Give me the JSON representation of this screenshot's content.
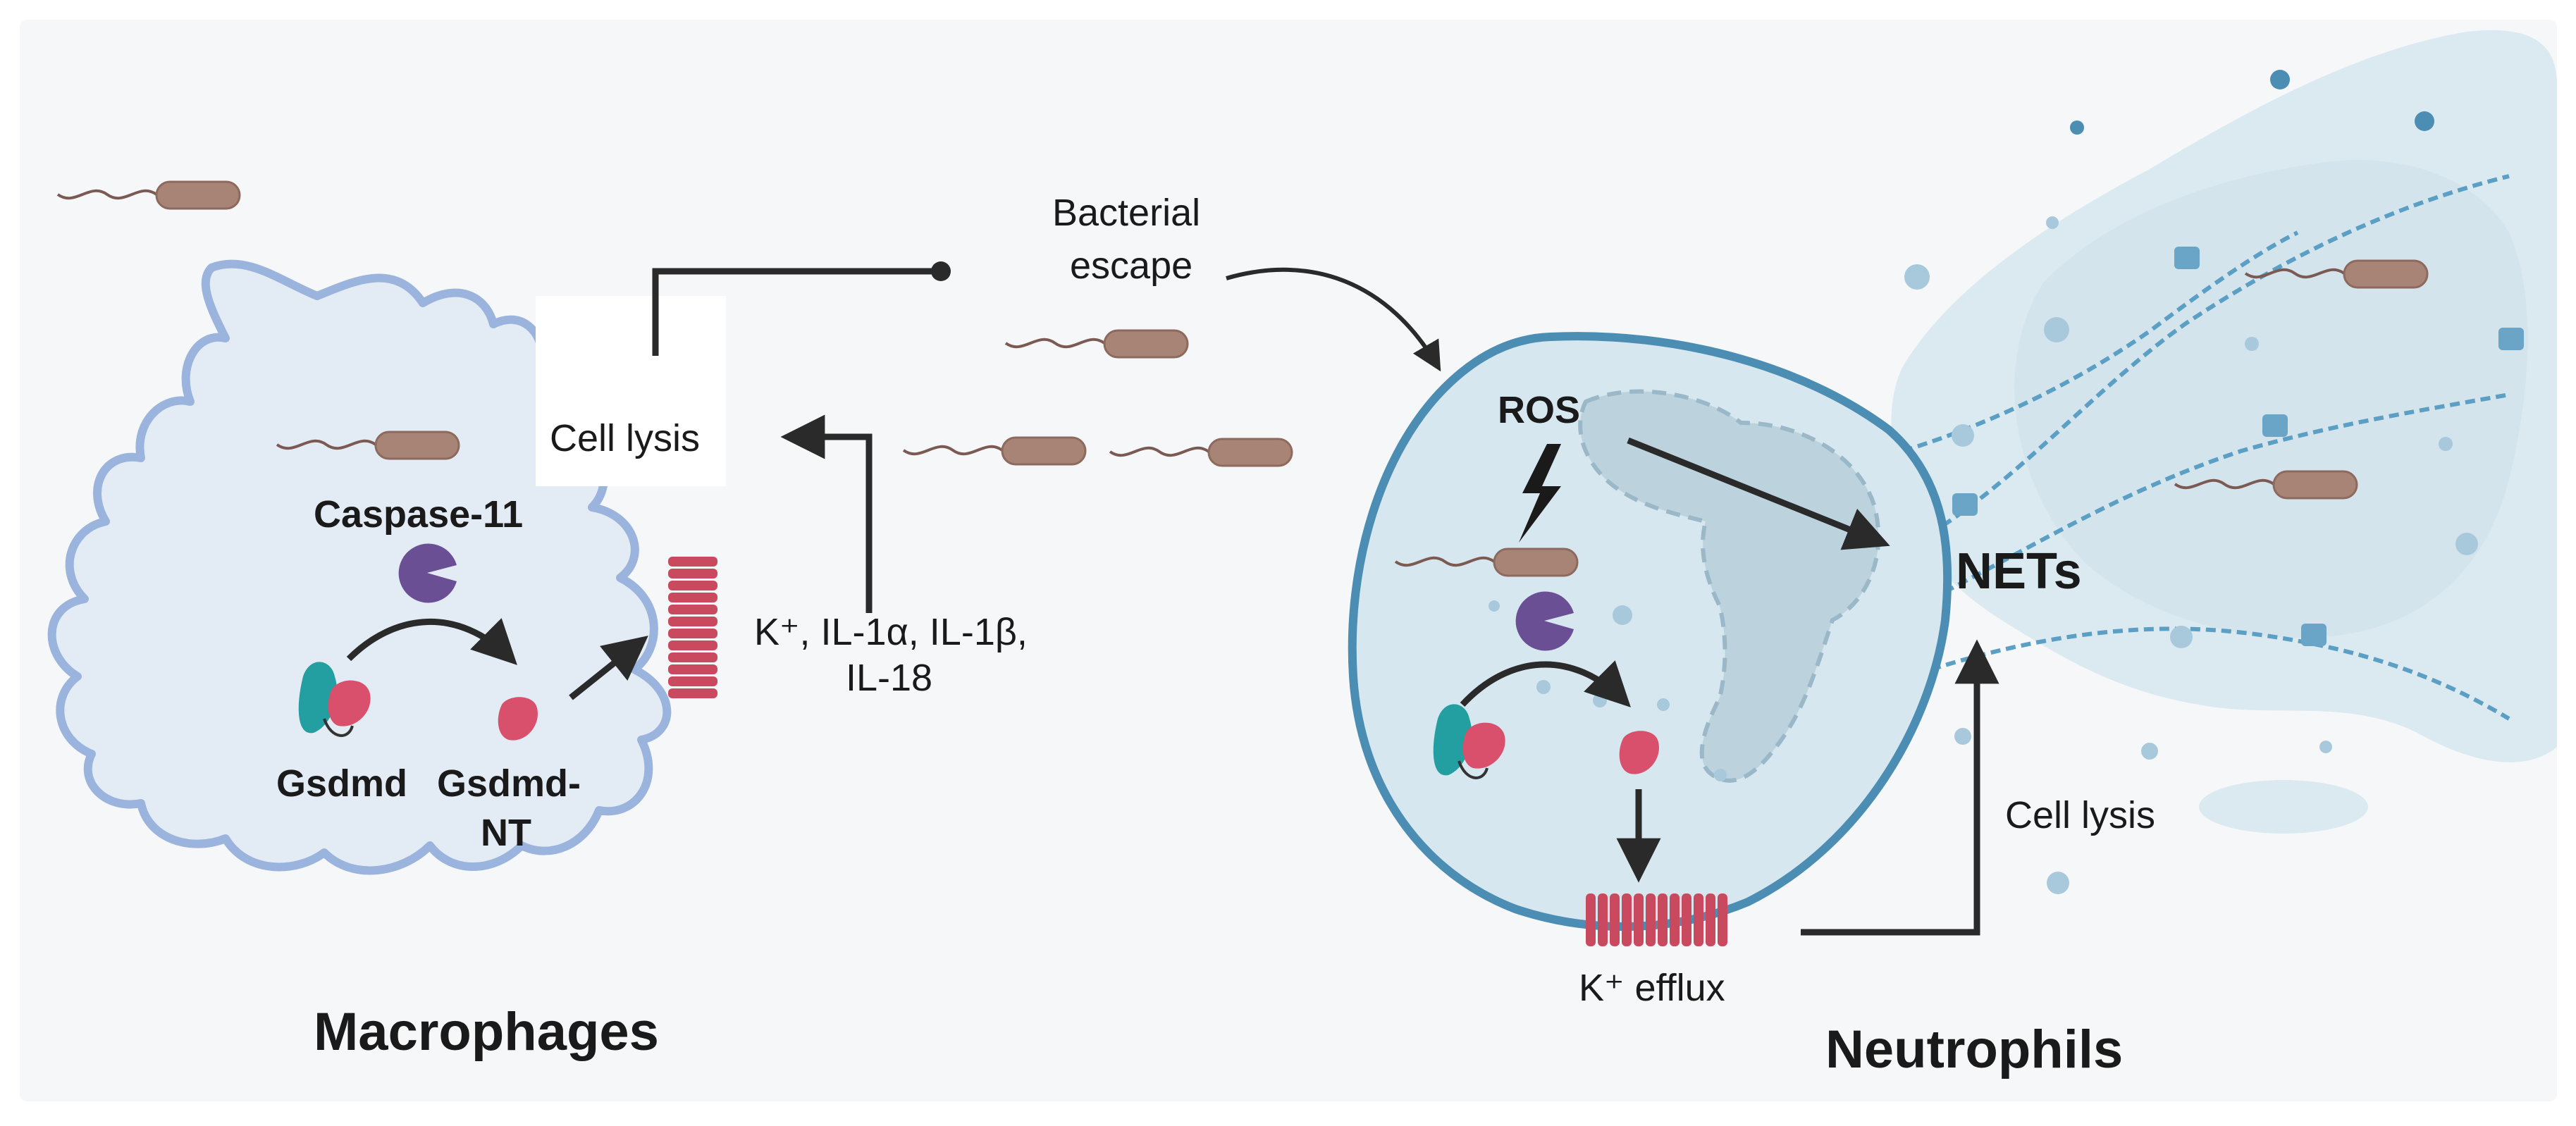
{
  "figure": {
    "macrophage": {
      "title": "Macrophages",
      "caspase_label": "Caspase-11",
      "gsdmd_label": "Gsdmd",
      "gsdmd_nt_line1": "Gsdmd-",
      "gsdmd_nt_line2": "NT",
      "release_line1": "K⁺, IL-1α, IL-1β,",
      "release_line2": "IL-18",
      "cell_lysis": "Cell lysis"
    },
    "bacterial_escape_line1": "Bacterial",
    "bacterial_escape_line2": "escape",
    "neutrophil": {
      "title": "Neutrophils",
      "ros_label": "ROS",
      "nets_label": "NETs",
      "k_efflux": "K⁺ efflux",
      "cell_lysis": "Cell lysis"
    }
  },
  "colors": {
    "background": "#f6f7f9",
    "macrophage_fill": "#e3ebf5",
    "macrophage_outline": "#9ab4dd",
    "neutrophil_fill": "#d7e7ef",
    "neutrophil_outline": "#4c8db4",
    "nucleus_fill": "#bcd3de",
    "net_cloud": "#dbe9f1",
    "bacteria_body": "#a88476",
    "bacteria_tail": "#7a5a52",
    "caspase": "#6a4f94",
    "gsdmd_teal": "#239ea1",
    "gsdmd_pink": "#d9506c",
    "pore": "#c9495f",
    "arrow": "#2a2a2a",
    "dna": "#5c9fc4"
  }
}
